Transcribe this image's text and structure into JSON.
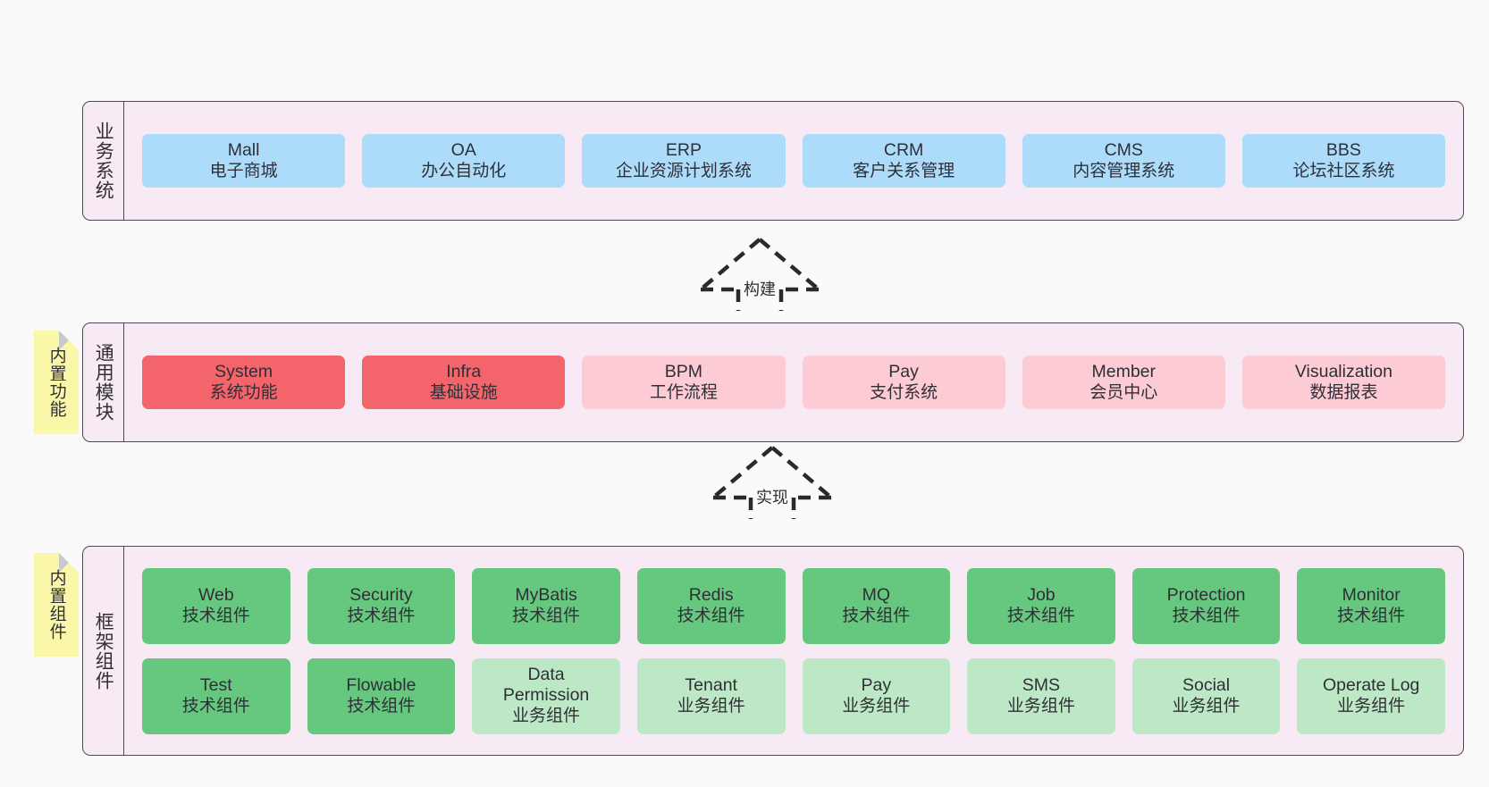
{
  "diagram": {
    "background": "#FAFAFA",
    "container_bg": "#F8EAF5",
    "border_color": "#4A4A52",
    "note_bg": "#FAF8A8"
  },
  "layers": [
    {
      "id": "business-systems",
      "title": "业务系统",
      "note": null,
      "rows": [
        {
          "cells": [
            {
              "en": "Mall",
              "cn": "电子商城",
              "color": "#ADDCFB",
              "variant": "c-blue"
            },
            {
              "en": "OA",
              "cn": "办公自动化",
              "color": "#ADDCFB",
              "variant": "c-blue"
            },
            {
              "en": "ERP",
              "cn": "企业资源计划系统",
              "color": "#ADDCFB",
              "variant": "c-blue"
            },
            {
              "en": "CRM",
              "cn": "客户关系管理",
              "color": "#ADDCFB",
              "variant": "c-blue"
            },
            {
              "en": "CMS",
              "cn": "内容管理系统",
              "color": "#ADDCFB",
              "variant": "c-blue"
            },
            {
              "en": "BBS",
              "cn": "论坛社区系统",
              "color": "#ADDCFB",
              "variant": "c-blue"
            }
          ]
        }
      ]
    },
    {
      "id": "common-modules",
      "title": "通用模块",
      "note": "内置功能",
      "rows": [
        {
          "cells": [
            {
              "en": "System",
              "cn": "系统功能",
              "color": "#F4646B",
              "variant": "c-red-strong"
            },
            {
              "en": "Infra",
              "cn": "基础设施",
              "color": "#F4646B",
              "variant": "c-red-strong"
            },
            {
              "en": "BPM",
              "cn": "工作流程",
              "color": "#FCCBD4",
              "variant": "c-red-light"
            },
            {
              "en": "Pay",
              "cn": "支付系统",
              "color": "#FCCBD4",
              "variant": "c-red-light"
            },
            {
              "en": "Member",
              "cn": "会员中心",
              "color": "#FCCBD4",
              "variant": "c-red-light"
            },
            {
              "en": "Visualization",
              "cn": "数据报表",
              "color": "#FCCBD4",
              "variant": "c-red-light"
            }
          ]
        }
      ]
    },
    {
      "id": "framework-components",
      "title": "框架组件",
      "note": "内置组件",
      "rows": [
        {
          "cells": [
            {
              "en": "Web",
              "cn": "技术组件",
              "color": "#66C87E",
              "variant": "c-green-strong"
            },
            {
              "en": "Security",
              "cn": "技术组件",
              "color": "#66C87E",
              "variant": "c-green-strong"
            },
            {
              "en": "MyBatis",
              "cn": "技术组件",
              "color": "#66C87E",
              "variant": "c-green-strong"
            },
            {
              "en": "Redis",
              "cn": "技术组件",
              "color": "#66C87E",
              "variant": "c-green-strong"
            },
            {
              "en": "MQ",
              "cn": "技术组件",
              "color": "#66C87E",
              "variant": "c-green-strong"
            },
            {
              "en": "Job",
              "cn": "技术组件",
              "color": "#66C87E",
              "variant": "c-green-strong"
            },
            {
              "en": "Protection",
              "cn": "技术组件",
              "color": "#66C87E",
              "variant": "c-green-strong"
            },
            {
              "en": "Monitor",
              "cn": "技术组件",
              "color": "#66C87E",
              "variant": "c-green-strong"
            }
          ]
        },
        {
          "cells": [
            {
              "en": "Test",
              "cn": "技术组件",
              "color": "#66C87E",
              "variant": "c-green-strong"
            },
            {
              "en": "Flowable",
              "cn": "技术组件",
              "color": "#66C87E",
              "variant": "c-green-strong"
            },
            {
              "en": "Data Permission",
              "cn": "业务组件",
              "color": "#BDE8C5",
              "variant": "c-green-light"
            },
            {
              "en": "Tenant",
              "cn": "业务组件",
              "color": "#BDE8C5",
              "variant": "c-green-light"
            },
            {
              "en": "Pay",
              "cn": "业务组件",
              "color": "#BDE8C5",
              "variant": "c-green-light"
            },
            {
              "en": "SMS",
              "cn": "业务组件",
              "color": "#BDE8C5",
              "variant": "c-green-light"
            },
            {
              "en": "Social",
              "cn": "业务组件",
              "color": "#BDE8C5",
              "variant": "c-green-light"
            },
            {
              "en": "Operate Log",
              "cn": "业务组件",
              "color": "#BDE8C5",
              "variant": "c-green-light"
            }
          ]
        }
      ]
    }
  ],
  "connectors": [
    {
      "id": "build",
      "label": "构建",
      "from": "common-modules",
      "to": "business-systems",
      "style": "dashed-hollow-arrow-up"
    },
    {
      "id": "implement",
      "label": "实现",
      "from": "framework-components",
      "to": "common-modules",
      "style": "dashed-hollow-arrow-up"
    }
  ]
}
